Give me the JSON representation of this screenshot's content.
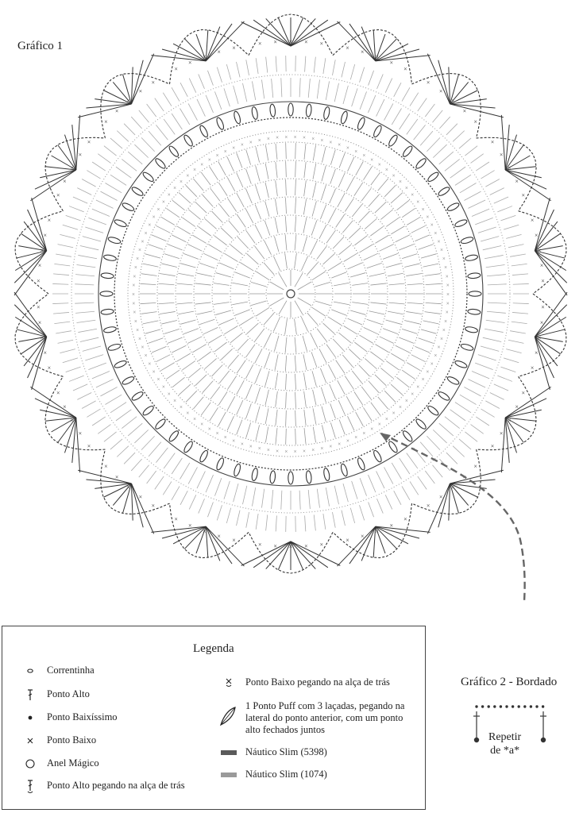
{
  "grafico1": {
    "title": "Gráfico 1"
  },
  "grafico2": {
    "title": "Gráfico 2 - Bordado",
    "repeat_line1": "Repetir",
    "repeat_line2": "de *a*"
  },
  "legend": {
    "title": "Legenda",
    "items_left": [
      {
        "icon": "chain-stitch-icon",
        "label": "Correntinha"
      },
      {
        "icon": "double-crochet-icon",
        "label": "Ponto Alto"
      },
      {
        "icon": "slip-stitch-icon",
        "label": "Ponto Baixíssimo"
      },
      {
        "icon": "single-crochet-icon",
        "label": "Ponto Baixo"
      },
      {
        "icon": "magic-ring-icon",
        "label": "Anel Mágico"
      },
      {
        "icon": "back-loop-double-crochet-icon",
        "label": "Ponto Alto pegando na alça de trás"
      }
    ],
    "items_right": [
      {
        "icon": "back-loop-single-crochet-icon",
        "label": "Ponto Baixo pegando na alça de trás"
      },
      {
        "icon": "puff-stitch-icon",
        "label": "1 Ponto Puff com 3 laçadas, pegando na lateral do ponto anterior, com um ponto alto fechados juntos"
      },
      {
        "icon": "yarn-color-swatch-icon",
        "label": "Náutico Slim (5398)",
        "color": "#5a5a5a"
      },
      {
        "icon": "yarn-color-swatch-icon",
        "label": "Náutico Slim (1074)",
        "color": "#9a9a9a"
      }
    ]
  },
  "colors": {
    "dark_yarn": "#5a5a5a",
    "light_yarn": "#9a9a9a",
    "puff_ring": "#333333",
    "arrow": "#666666"
  }
}
